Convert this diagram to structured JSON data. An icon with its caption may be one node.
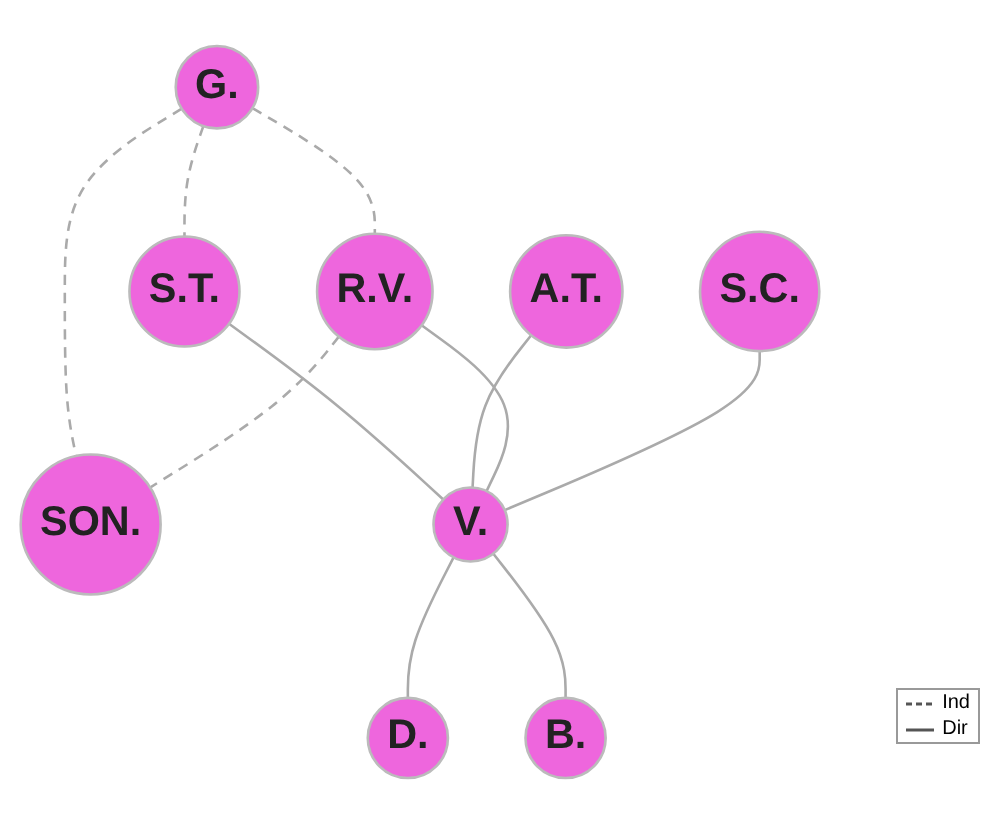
{
  "diagram": {
    "nodes": [
      {
        "text": [
          "G."
        ]
      },
      {
        "text": [
          "S.T."
        ]
      },
      {
        "text": [
          "A.T."
        ]
      },
      {
        "text": [
          "R.V."
        ]
      },
      {
        "text": [
          "SON."
        ]
      },
      {
        "text": [
          "S.C."
        ]
      },
      {
        "text": [
          "V."
        ]
      },
      {
        "text": [
          "D."
        ]
      },
      {
        "text": [
          "B."
        ]
      }
    ],
    "edges": [
      {
        "from": 0,
        "to": 1,
        "arrow": "none",
        "style": "dashed"
      },
      {
        "from": 0,
        "to": 3,
        "arrow": "none",
        "style": "dashed"
      },
      {
        "from": 0,
        "to": 4,
        "arrow": "none",
        "style": "dashed"
      },
      {
        "from": 3,
        "to": 4,
        "arrow": "none",
        "style": "dashed"
      },
      {
        "from": 1,
        "to": 6,
        "arrow": "none"
      },
      {
        "from": 2,
        "to": 6,
        "arrow": "none"
      },
      {
        "from": 3,
        "to": 6,
        "arrow": "none"
      },
      {
        "from": 5,
        "to": 6,
        "arrow": "none"
      },
      {
        "from": 6,
        "to": 7,
        "arrow": "none"
      },
      {
        "from": 6,
        "to": 8,
        "arrow": "none"
      }
    ],
    "legend": [
      {
        "text": "Ind"
      },
      {
        "text": "Dir"
      }
    ]
  }
}
